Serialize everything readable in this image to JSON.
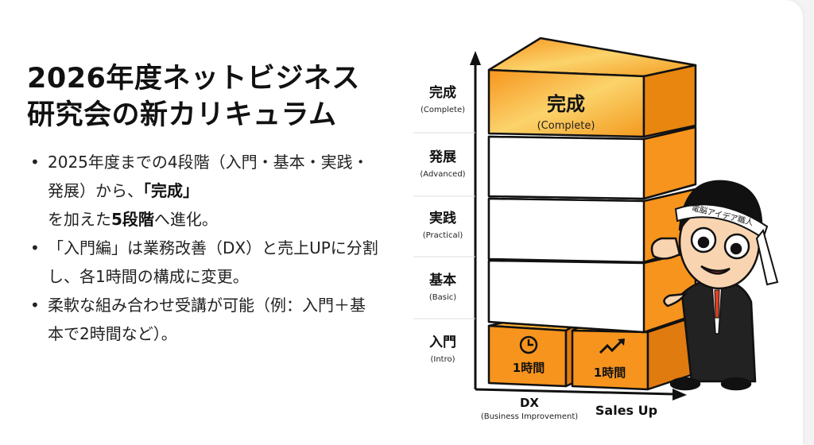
{
  "title": [
    "2026年度ネットビジネス",
    "研究会の新カリキュラム"
  ],
  "bullets": [
    {
      "pre": "2025年度までの4段階（入門・基本・実践・発展）から、",
      "bold1": "「完成」",
      "mid": "を加えた",
      "bold2": "5段階",
      "post": "へ進化。"
    },
    {
      "text": "「入門編」は業務改善（DX）と売上UPに分割し、各1時間の構成に変更。"
    },
    {
      "text": "柔軟な組み合わせ受講が可能（例：入門＋基本で2時間など）。"
    }
  ],
  "levels": [
    {
      "name": "完成",
      "en": "(Complete)"
    },
    {
      "name": "発展",
      "en": "(Advanced)"
    },
    {
      "name": "実践",
      "en": "(Practical)"
    },
    {
      "name": "基本",
      "en": "(Basic)"
    },
    {
      "name": "入門",
      "en": "(Intro)"
    }
  ],
  "top_block": {
    "name": "完成",
    "en": "(Complete)"
  },
  "intro_blocks": [
    {
      "icon": "clock-icon",
      "label": "1時間"
    },
    {
      "icon": "trend-up-icon",
      "label": "1時間"
    }
  ],
  "x_axis": {
    "dx": "DX",
    "dx_en": "(Business Improvement)",
    "sales": "Sales Up"
  },
  "headband": "電脳アイデア職人",
  "colors": {
    "orange": "#f7941d",
    "gold": "#f9b233",
    "black": "#111111"
  }
}
